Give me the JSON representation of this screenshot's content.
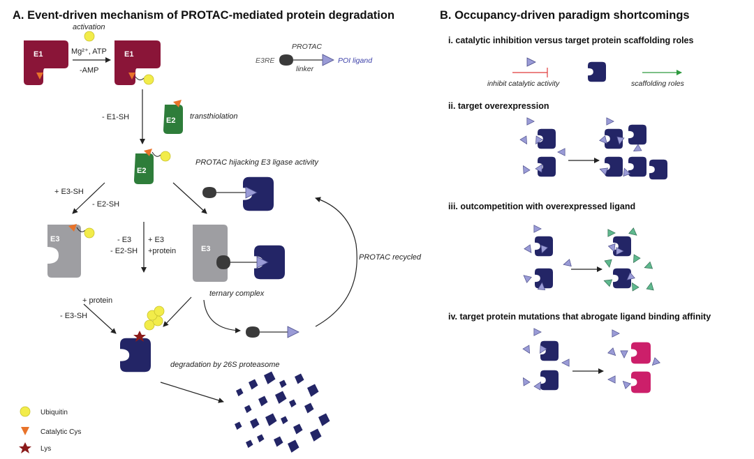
{
  "panel_a": {
    "title": "A. Event-driven mechanism of PROTAC-mediated protein degradation",
    "activation": "activation",
    "mg_atp": "Mg²⁺, ATP",
    "amp": "-AMP",
    "e1": "E1",
    "e2": "E2",
    "e3": "E3",
    "e1sh": "- E1-SH",
    "transthiolation": "transthiolation",
    "protac_label": "PROTAC",
    "e3re": "E3RE",
    "linker": "linker",
    "poi_ligand": "POI ligand",
    "hijack": "PROTAC hijacking E3 ligase activity",
    "plus_e3sh": "+ E3-SH",
    "minus_e2sh": "- E2-SH",
    "minus_e3": "- E3",
    "minus_e2sh_2": "- E2-SH",
    "plus_e3": "+ E3",
    "plus_protein_mid": "+protein",
    "ternary": "ternary complex",
    "recycled": "PROTAC recycled",
    "plus_protein": "+ protein",
    "minus_e3sh": "- E3-SH",
    "degradation": "degradation by 26S proteasome",
    "legend_ub": "Ubiquitin",
    "legend_cys": "Catalytic Cys",
    "legend_lys": "Lys"
  },
  "panel_b": {
    "title": "B. Occupancy-driven paradigm shortcomings",
    "i": "i. catalytic inhibition versus target protein scaffolding roles",
    "inhibit": "inhibit catalytic activity",
    "scaffold": "scaffolding roles",
    "ii": "ii. target overexpression",
    "iii": "iii. outcompetition with overexpressed ligand",
    "iv": "iv. target protein mutations that abrogate ligand binding affinity"
  },
  "colors": {
    "e1": "#8a1538",
    "e2": "#2e7d3a",
    "e3": "#9e9ea2",
    "poi": "#232566",
    "ligand": "#9a9bd6",
    "ubiquitin": "#f2ec4a",
    "cys": "#e8732a",
    "lys": "#8b1a1a",
    "competitor": "#5fb88e",
    "mutant": "#cc1f6a",
    "inhibit_line": "#e03b3b",
    "scaffold_arrow": "#2e9a3f"
  }
}
